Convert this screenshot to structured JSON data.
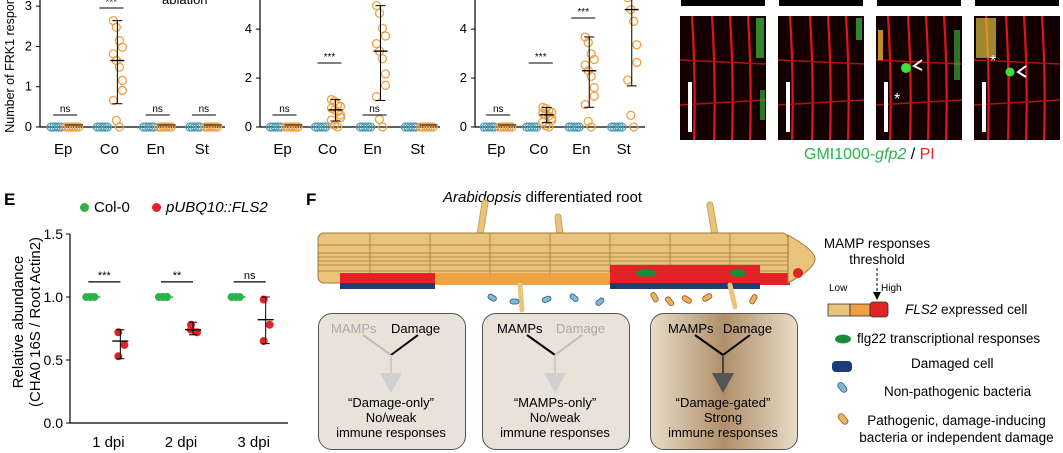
{
  "top_plots": {
    "y_axis_label": "Number of FRK1 respon",
    "legend_partial": "ablation",
    "categories": [
      "Ep",
      "Co",
      "En",
      "St"
    ],
    "plot1_y_ticks": [
      "0",
      "1",
      "2",
      "3"
    ],
    "plot2_y_ticks": [
      "0",
      "2",
      "4"
    ],
    "plot3_y_ticks": [
      "0",
      "2",
      "4"
    ],
    "plot1_sig": [
      "ns",
      "***",
      "ns",
      "ns"
    ],
    "plot2_sig": [
      "ns",
      "***",
      "ns"
    ],
    "plot3_sig": [
      "ns",
      "***",
      "***"
    ]
  },
  "micro": {
    "caption_green": "GMI1000-",
    "caption_italic": "gfp2",
    "caption_sep": " / ",
    "caption_red": "PI"
  },
  "panelE": {
    "letter": "E",
    "legend": [
      "Col-0",
      "pUBQ10::FLS2"
    ],
    "ylabel_line1": "Relative abundance",
    "ylabel_line2": "(CHA0 16S / Root Actin2)",
    "y_ticks": [
      "0.0",
      "0.5",
      "1.0",
      "1.5"
    ],
    "categories": [
      "1 dpi",
      "2 dpi",
      "3 dpi"
    ],
    "sig": [
      "***",
      "**",
      "ns"
    ]
  },
  "panelF": {
    "letter": "F",
    "title_italic": "Arabidopsis",
    "title_rest": " differentiated root",
    "threshold_line1": "MAMP responses",
    "threshold_line2": "threshold",
    "low": "Low",
    "high": "High",
    "boxes": [
      {
        "mamps": "MAMPs",
        "damage": "Damage",
        "q1": "“Damage-only”",
        "q2": "No/weak",
        "q3": "immune responses"
      },
      {
        "mamps": "MAMPs",
        "damage": "Damage",
        "q1": "“MAMPs-only”",
        "q2": "No/weak",
        "q3": "immune responses"
      },
      {
        "mamps": "MAMPs",
        "damage": "Damage",
        "q1": "“Damage-gated”",
        "q2": "Strong",
        "q3": "immune responses"
      }
    ],
    "legend": {
      "fls2_italic": "FLS2",
      "fls2_rest": " expressed cell",
      "flg22": "flg22 transcriptional responses",
      "damaged": "Damaged cell",
      "nonpath": "Non-pathogenic bacteria",
      "path1": "Pathogenic, damage-inducing",
      "path2": "bacteria or independent damage"
    }
  },
  "colors": {
    "orange": "#F0A040",
    "teal": "#4FA0B8",
    "green": "#2BB34A",
    "red": "#E32226",
    "tan": "#E9C47A",
    "navy": "#1E3C7C"
  },
  "chart_data": [
    {
      "type": "scatter",
      "categories": [
        "Ep",
        "Co",
        "En",
        "St"
      ],
      "ylabel": "Number of FRK1 respon",
      "series": [
        {
          "name": "ablation",
          "values": [
            0,
            1.65,
            0,
            0
          ]
        }
      ],
      "ylim": [
        0,
        3.4
      ]
    },
    {
      "type": "scatter",
      "categories": [
        "Ep",
        "Co",
        "En",
        "St"
      ],
      "series": [
        {
          "values": [
            0,
            0.7,
            3.1,
            0
          ]
        }
      ],
      "ylim": [
        0,
        5.6
      ]
    },
    {
      "type": "scatter",
      "categories": [
        "Ep",
        "Co",
        "En",
        "St"
      ],
      "series": [
        {
          "values": [
            0,
            0.5,
            2.3,
            4.8
          ]
        }
      ],
      "ylim": [
        0,
        5.6
      ]
    },
    {
      "type": "scatter",
      "title": "",
      "categories": [
        "1 dpi",
        "2 dpi",
        "3 dpi"
      ],
      "ylabel": "Relative abundance (CHA0 16S / Root Actin2)",
      "ylim": [
        0,
        1.5
      ],
      "series": [
        {
          "name": "Col-0",
          "values": [
            1.0,
            1.0,
            1.0
          ]
        },
        {
          "name": "pUBQ10::FLS2",
          "values": [
            0.65,
            0.74,
            0.82
          ]
        }
      ]
    }
  ]
}
